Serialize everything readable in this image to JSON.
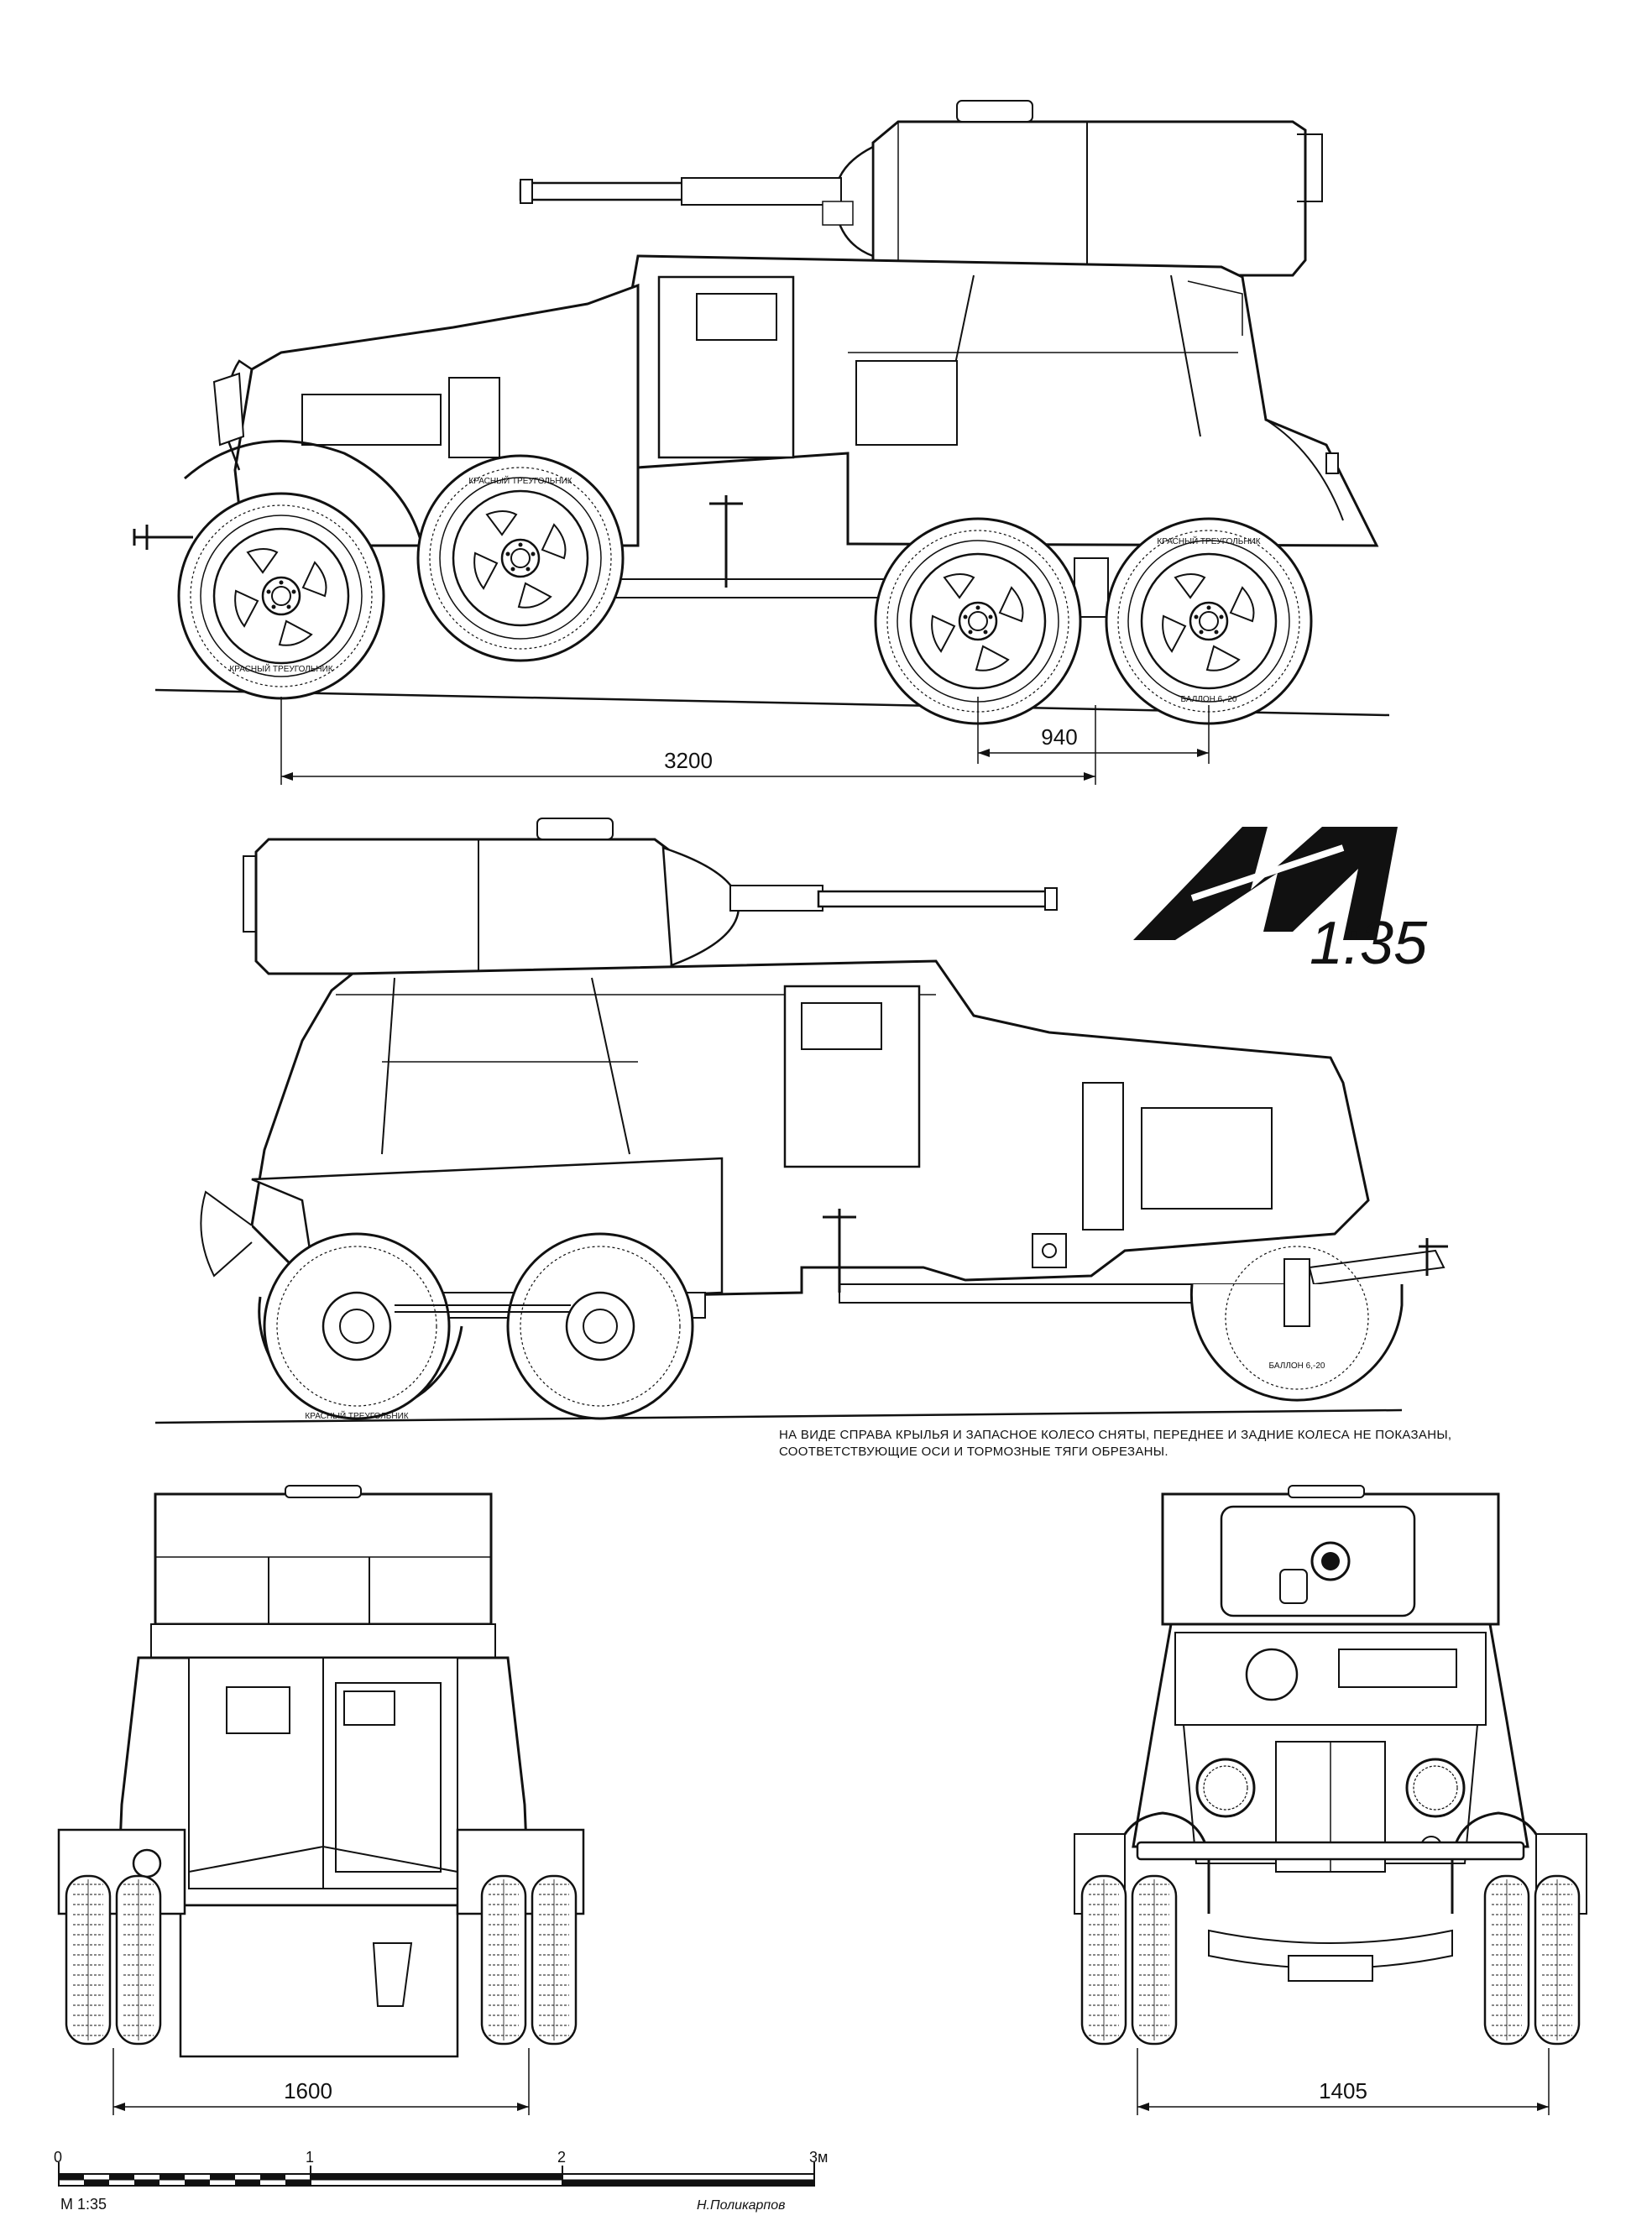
{
  "logo": {
    "scale_text": "1:35",
    "monogram": "M"
  },
  "dimensions": {
    "wheelbase": "3200",
    "bogie_base": "940",
    "rear_track": "1600",
    "front_track": "1405"
  },
  "tire_text": {
    "brand_a": "КРАСНЫЙ ТРЕУГОЛЬНИК",
    "brand_b": "БАЛЛОН 6,-20"
  },
  "note": {
    "line1": "НА ВИДЕ СПРАВА КРЫЛЬЯ И ЗАПАСНОЕ КОЛЕСО СНЯТЫ, ПЕРЕДНЕЕ И ЗАДНИЕ КОЛЕСА НЕ ПОКАЗАНЫ,",
    "line2": "СООТВЕТСТВУЮЩИЕ ОСИ И ТОРМОЗНЫЕ ТЯГИ ОБРЕЗАНЫ."
  },
  "scale_bar": {
    "ticks": [
      "0",
      "1",
      "2",
      "3м"
    ],
    "label": "М 1:35",
    "author": "Н.Поликарпов"
  }
}
